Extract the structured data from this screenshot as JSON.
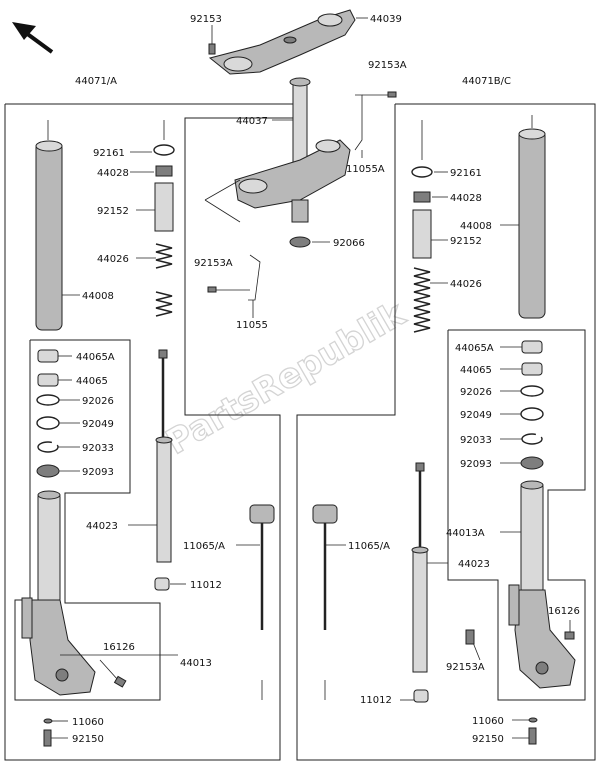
{
  "watermark": "PartsRepublik",
  "labels": {
    "92153_top": "92153",
    "44039": "44039",
    "92153A_top": "92153A",
    "44071_left": "44071/A",
    "44071_right": "44071B/C",
    "44037": "44037",
    "11055A": "11055A",
    "92161_l": "92161",
    "44028_l": "44028",
    "92152_l": "92152",
    "44026_l": "44026",
    "44008_l": "44008",
    "44065A_l": "44065A",
    "44065_l": "44065",
    "92026_l": "92026",
    "92049_l": "92049",
    "92033_l": "92033",
    "92093_l": "92093",
    "44023_l": "44023",
    "16126_l": "16126",
    "44013_l": "44013",
    "11060_l": "11060",
    "92150_l": "92150",
    "92066": "92066",
    "92153A_mid": "92153A",
    "11055": "11055",
    "11065_l": "11065/A",
    "11012_l": "11012",
    "11065_r": "11065/A",
    "92161_r": "92161",
    "44028_r": "44028",
    "44008_r": "44008",
    "92152_r": "92152",
    "44026_r": "44026",
    "44065A_r": "44065A",
    "44065_r": "44065",
    "92026_r": "92026",
    "92049_r": "92049",
    "92033_r": "92033",
    "92093_r": "92093",
    "44013A_r": "44013A",
    "44023_r": "44023",
    "16126_r": "16126",
    "92153A_r": "92153A",
    "11012_r": "11012",
    "11060_r": "11060",
    "92150_r": "92150"
  }
}
